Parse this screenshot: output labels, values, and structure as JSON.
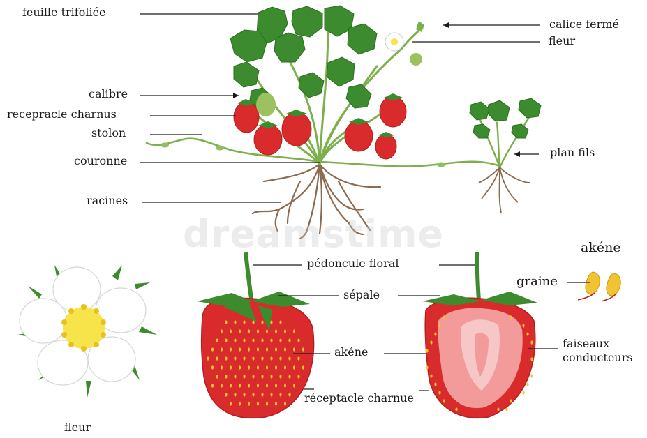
{
  "labels": {
    "feuille_trifoliee": "feuille trifoliée",
    "calice_ferme": "calice fermé",
    "fleur_top": "fleur",
    "calibre": "calibre",
    "receptacle_charnus": "recepracle charnus",
    "stolon": "stolon",
    "couronne": "couronne",
    "plan_fils": "plan fils",
    "racines": "racines",
    "akene_title": "akéne",
    "pedoncule_floral": "pédoncule floral",
    "graine": "graine",
    "sepale": "sépale",
    "akene_mid": "akéne",
    "faiseaux_line1": "faiseaux",
    "faiseaux_line2": "conducteurs",
    "receptacle_charnue": "réceptacle charnue",
    "fleur_bottom": "fleur"
  },
  "watermark": "dreamstime",
  "colors": {
    "leaf": "#3d8b2f",
    "leaf_dark": "#2c6b22",
    "stem": "#7bb04a",
    "fruit": "#d92b2b",
    "fruit_inner": "#f39a9a",
    "fruit_core": "#f7c6c6",
    "root": "#8b6a4f",
    "seed": "#f1c232",
    "flower_petal": "#ffffff",
    "flower_center": "#f7e34a"
  }
}
